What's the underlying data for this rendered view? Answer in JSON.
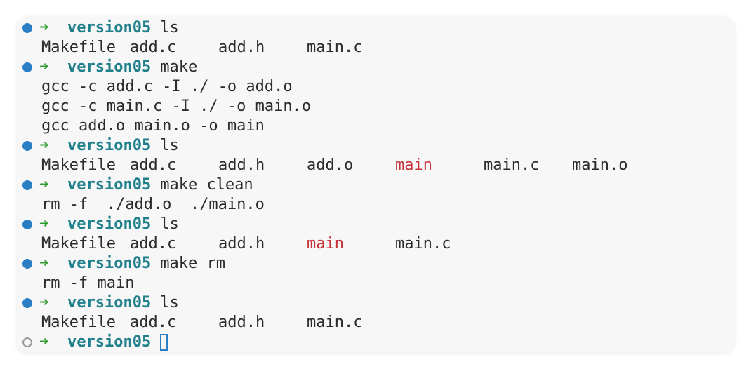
{
  "prompt": {
    "arrow": "➜",
    "directory": "version05"
  },
  "session": [
    {
      "type": "command",
      "text": "ls"
    },
    {
      "type": "output",
      "cells": [
        {
          "text": "Makefile",
          "w": 126
        },
        {
          "text": "add.c",
          "w": 126
        },
        {
          "text": "add.h",
          "w": 126
        },
        {
          "text": "main.c",
          "w": 126
        }
      ]
    },
    {
      "type": "command",
      "text": "make"
    },
    {
      "type": "output",
      "cells": [
        {
          "text": "gcc -c add.c -I ./ -o add.o"
        }
      ]
    },
    {
      "type": "output",
      "cells": [
        {
          "text": "gcc -c main.c -I ./ -o main.o"
        }
      ]
    },
    {
      "type": "output",
      "cells": [
        {
          "text": "gcc add.o main.o -o main"
        }
      ]
    },
    {
      "type": "command",
      "text": "ls"
    },
    {
      "type": "output",
      "cells": [
        {
          "text": "Makefile",
          "w": 126
        },
        {
          "text": "add.c",
          "w": 126
        },
        {
          "text": "add.h",
          "w": 126
        },
        {
          "text": "add.o",
          "w": 126
        },
        {
          "text": "main",
          "w": 126,
          "exec": true
        },
        {
          "text": "main.c",
          "w": 126
        },
        {
          "text": "main.o",
          "w": 126
        }
      ]
    },
    {
      "type": "command",
      "text": "make clean"
    },
    {
      "type": "output",
      "cells": [
        {
          "text": "rm -f  ./add.o  ./main.o"
        }
      ]
    },
    {
      "type": "command",
      "text": "ls"
    },
    {
      "type": "output",
      "cells": [
        {
          "text": "Makefile",
          "w": 126
        },
        {
          "text": "add.c",
          "w": 126
        },
        {
          "text": "add.h",
          "w": 126
        },
        {
          "text": "main",
          "w": 126,
          "exec": true
        },
        {
          "text": "main.c",
          "w": 126
        }
      ]
    },
    {
      "type": "command",
      "text": "make rm"
    },
    {
      "type": "output",
      "cells": [
        {
          "text": "rm -f main"
        }
      ]
    },
    {
      "type": "command",
      "text": "ls"
    },
    {
      "type": "output",
      "cells": [
        {
          "text": "Makefile",
          "w": 126
        },
        {
          "text": "add.c",
          "w": 126
        },
        {
          "text": "add.h",
          "w": 126
        },
        {
          "text": "main.c",
          "w": 126
        }
      ]
    },
    {
      "type": "current",
      "text": ""
    }
  ],
  "colors": {
    "status_dot": "#2a7fc4",
    "arrow": "#2d9a2d",
    "directory": "#1f7f8a",
    "executable": "#c8323a",
    "cursor": "#2a7fc4"
  }
}
